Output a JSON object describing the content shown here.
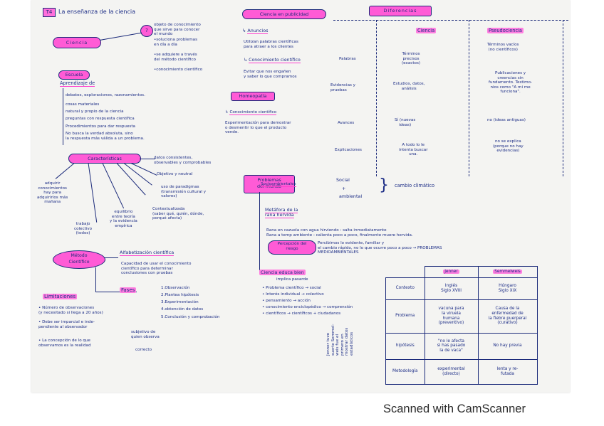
{
  "title": {
    "num": "T4",
    "text": "La enseñanza de la ciencia"
  },
  "ciencia": {
    "label": "Ciencia",
    "circle": "?",
    "defs": [
      "objeto de conocimiento\nque sirve para conocer\nel mundo",
      "•soluciona problemas\nen día a día",
      "•se adquiere a través\ndel método científico",
      "•conocimiento científico"
    ],
    "escuela": "Escuela",
    "aprendizaje": "Aprendizaje de",
    "items": [
      "debates, exploraciones, razonamientos.",
      "cosas materiales",
      "natural y propio de la ciencia",
      "preguntas con respuesta científica",
      "Procedimientos para dar respuesta",
      "No busca la verdad absoluta, sino\nla respuesta más válida a un problema."
    ]
  },
  "caracteristicas": {
    "label": "Características",
    "items": [
      "datos consistentes,\nobservables y comprobables",
      "Objetivo y neutral",
      "uso de paradigmas\n(transmisión cultural y\nvalores)",
      "Contextualizada\n(saber qué, quién, dónde,\nporqué afecta)",
      "equilibrio\nentre teoría\ny la evidencia\nempírica",
      "trabajo\ncolectivo\n(todos)",
      "adquirir\nconocimientos\nhay para\nadquirirlos más\nmañana"
    ]
  },
  "metodo": {
    "label": "Método\nCientífico",
    "alfab": "Alfabetización científica",
    "alfab_text": "Capacidad de usar el conocimiento\ncientífico para determinar\nconclusiones con pruebas",
    "fases": "Fases",
    "fases_items": [
      "1.Observación",
      "2.Plantea hipótesis",
      "3.Experimentación",
      "4.obtención de datos",
      "5.Conclusión y comprobación"
    ],
    "limitaciones": "Limitaciones",
    "lim_items": [
      "• Número de observaciones\n(y necesitado si llega a 20 años)",
      "• Debe ser imparcial e inde-\npendiente al observador",
      "• La concepción de lo que\nobservamos es la realidad"
    ],
    "subjetivo": "subjetivo de\nquien observa",
    "correcto": "correcto"
  },
  "publicidad": {
    "label": "Ciencia en publicidad",
    "anuncios": "Anuncios",
    "anuncios_text": "Utilizan palabras científicas\npara atraer a los clientes",
    "conocimiento": "Conocimiento científico",
    "conocimiento_text": "Evitar que nos engañen\ny saber lo que compramos",
    "homeopatia": "Homeopatía",
    "homeo_con": "Conocimiento científico",
    "homeo_text": "Experimentación para demostrar\no desmentir lo que el producto\nvende."
  },
  "problemas": {
    "label": "Problemas\ndel mundo",
    "socio": "Socioambientales",
    "social": "Social",
    "plus": "+",
    "ambiental": "ambiental",
    "cambio": "cambio climático",
    "metafora": "Metáfora de la\nrana hervida",
    "metafora_text": "Rana en cazuela con agua hirviendo : salta inmediatamente\nRana a temp ambiente : calienta poco a poco, finalmente muere hervida.",
    "percepcion": "Percepción del\nriesgo",
    "percepcion_text": "Percibimos lo evidente, familiar y\nel cambio rápido, no lo que ocurre poco a poco → PROBLEMAS\nMEDIOAMBIENTALES",
    "educada": "Ciencia educa bien",
    "implica": "implica pasarde",
    "educada_items": [
      "• Problema científico → social",
      "• Interés individual → colectivo",
      "• pensamiento → acción",
      "• conocimiento enciclopédico → comprensión",
      "• científicos → científicos + ciudadanos"
    ]
  },
  "diferencias": {
    "label": "Diferencias",
    "col1": "Ciencia",
    "col2": "Pseudociencia",
    "rows": [
      {
        "label": "Palabras",
        "c1": "Términos\nprecisos\n(exactos)",
        "c2": "Términos vacíos\n(no científicos)"
      },
      {
        "label": "Evidencias y\npruebas",
        "c1": "Estudios, datos,\nanálisis",
        "c2": "Publicaciones y\ncreencias sin\nfundamento. Testimo-\nnios como \"A mi me\nfunciona\"."
      },
      {
        "label": "Avances",
        "c1": "Sí (nuevas\nideas)",
        "c2": "no (ideas antiguas)"
      },
      {
        "label": "Explicaciones",
        "c1": "A todo lo le\nintenta buscar\nuna.",
        "c2": "no se explica\n(porque no hay\nevidencias)"
      }
    ]
  },
  "comparativa": {
    "headers": [
      "",
      "Jenner",
      "Semmelweis"
    ],
    "rows": [
      [
        "Contexto",
        "Inglés\nSiglo XVIII",
        "Húngaro\nSiglo XIX"
      ],
      [
        "Problema",
        "vacuna para\nla viruela\nhumana\n(preventivo)",
        "Causa de la\nenfermedad de\nla fiebre puerperal\n(curativo)"
      ],
      [
        "hipótesis",
        "\"no le afecta\nsi has pasado\nla de vaca\"",
        "No hay previa"
      ],
      [
        "Metodología",
        "experimental\n(directo)",
        "lenta y re-\nfutada"
      ]
    ],
    "side_note": "Jenner tuvo\nsuerte Semmel-\nweis fue el\nprimero en\nmostrar datos\nestadísticos"
  },
  "footer": "Scanned with CamScanner"
}
